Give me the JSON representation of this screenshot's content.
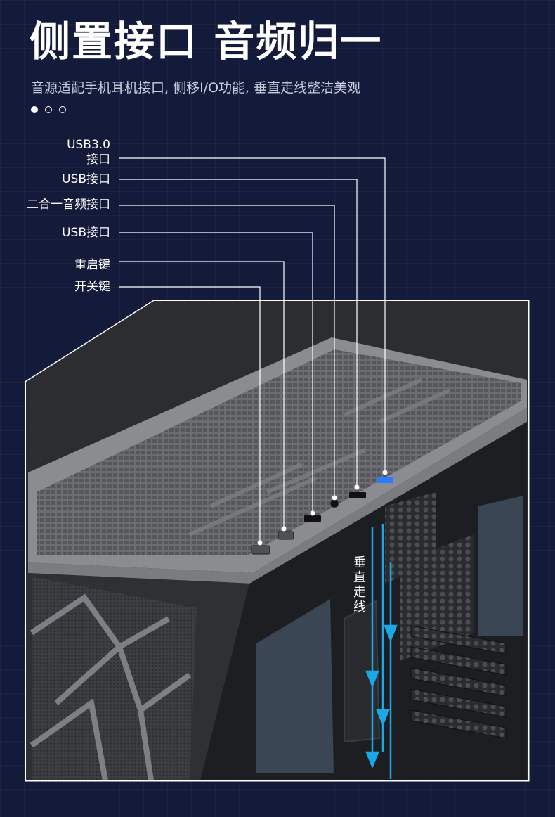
{
  "header": {
    "title": "侧置接口 音频归一",
    "subtitle": "音源适配手机耳机接口, 侧移I/O功能, 垂直走线整洁美观"
  },
  "carousel": {
    "count": 3,
    "active": 0
  },
  "labels": {
    "usb30_line1": "USB3.0",
    "usb30_line2": "接口",
    "usb_a": "USB接口",
    "audio": "二合一音频接口",
    "usb_b": "USB接口",
    "reset": "重启键",
    "power": "开关键"
  },
  "annotation": {
    "vertical_routing": "垂直走线"
  },
  "colors": {
    "background": "#141b3a",
    "accent_arrow": "#1aa8e6",
    "usb3_port": "#2b7bff"
  }
}
